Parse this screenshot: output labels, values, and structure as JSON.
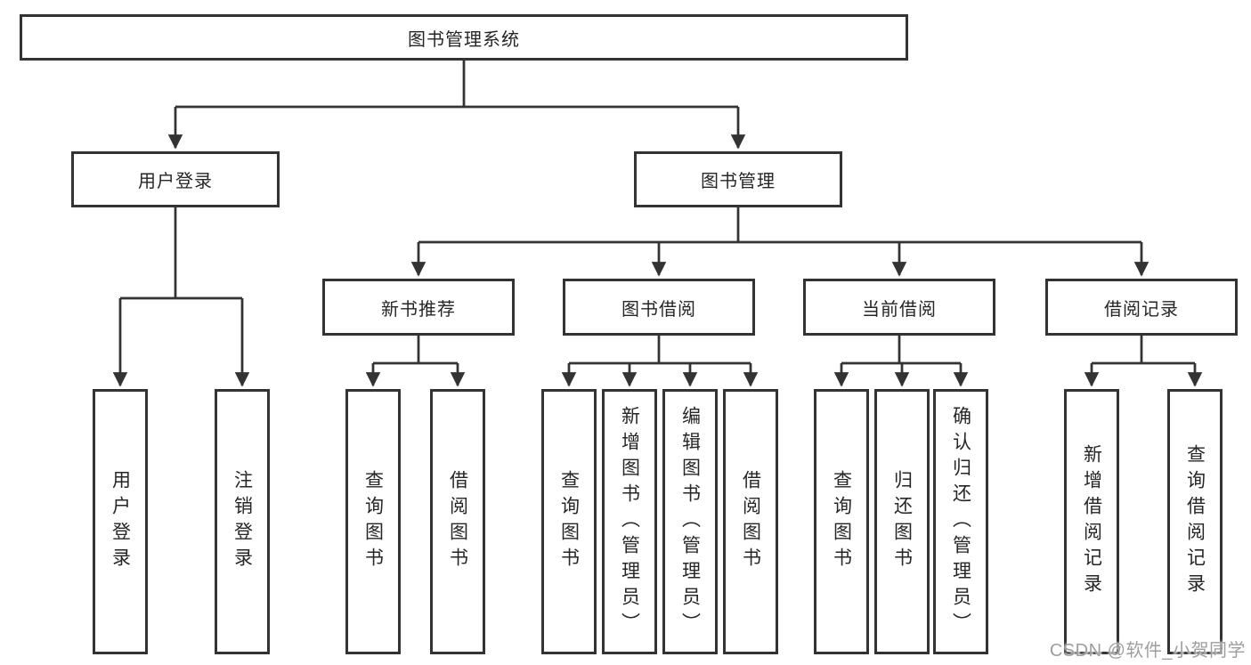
{
  "colors": {
    "line": "#333333",
    "text": "#262626",
    "watermark": "#9e9e9e",
    "bg": "#ffffff"
  },
  "tree": {
    "label": "图书管理系统",
    "children": [
      {
        "label": "用户登录",
        "children": [
          {
            "label": "用户登录"
          },
          {
            "label": "注销登录"
          }
        ]
      },
      {
        "label": "图书管理",
        "children": [
          {
            "label": "新书推荐",
            "children": [
              {
                "label": "查询图书"
              },
              {
                "label": "借阅图书"
              }
            ]
          },
          {
            "label": "图书借阅",
            "children": [
              {
                "label": "查询图书"
              },
              {
                "label": "新增图书（管理员）"
              },
              {
                "label": "编辑图书（管理员）"
              },
              {
                "label": "借阅图书"
              }
            ]
          },
          {
            "label": "当前借阅",
            "children": [
              {
                "label": "查询图书"
              },
              {
                "label": "归还图书"
              },
              {
                "label": "确认归还（管理员）"
              }
            ]
          },
          {
            "label": "借阅记录",
            "children": [
              {
                "label": "新增借阅记录"
              },
              {
                "label": "查询借阅记录"
              }
            ]
          }
        ]
      }
    ]
  },
  "watermark": "CSDN @软件_小贺同学"
}
